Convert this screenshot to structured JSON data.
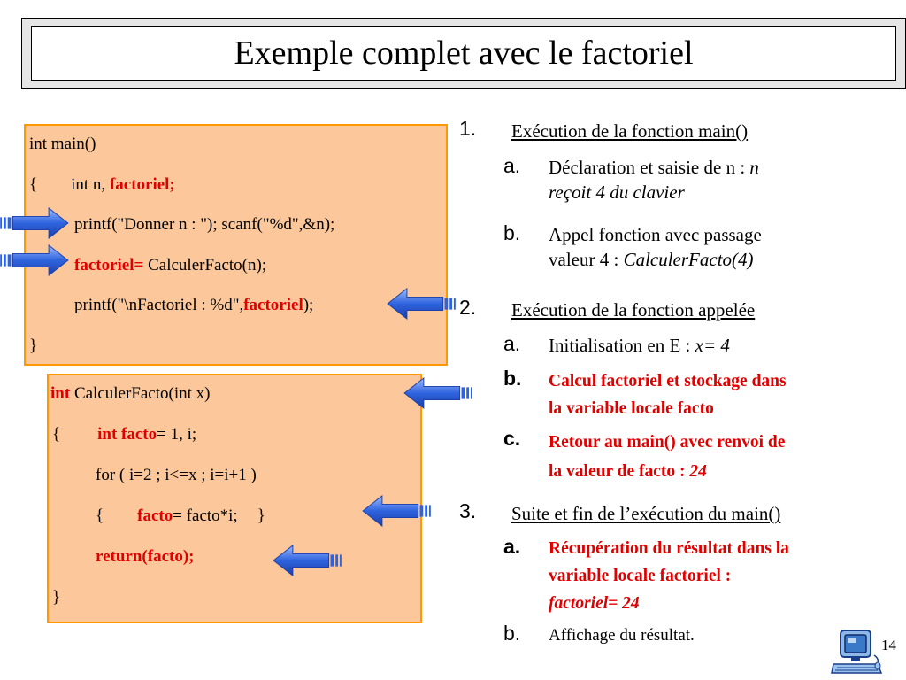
{
  "slide": {
    "title": "Exemple complet avec le factoriel",
    "page_number": "14"
  },
  "main_code": {
    "line1": "int main()",
    "line2_brace": "{",
    "line2_kw": "int  n,  ",
    "line2_red": "factoriel;",
    "line3": "printf(\"Donner n : \"); scanf(\"%d\",&n);",
    "line4_red": "factoriel=",
    "line4_rest": " CalculerFacto(n);",
    "line5_a": "printf(\"\\nFactoriel : %d\",",
    "line5_red": "factoriel",
    "line5_b": ");",
    "line6": "}"
  },
  "func_code": {
    "line1_red": "int",
    "line1_rest": " CalculerFacto(int x)",
    "line2_brace": "{",
    "line2_red": "int  facto",
    "line2_rest": "= 1, i;",
    "line3": "for ( i=2 ; i<=x ; i=i+1 )",
    "line4_brace": "{",
    "line4_red": "facto",
    "line4_rest": "= facto*i;",
    "line4_close": "}",
    "line5_red": "return(facto);",
    "line6": "}"
  },
  "steps": [
    {
      "number": "1.",
      "heading": "Exécution de la fonction main()",
      "items": [
        {
          "marker": "a.",
          "line1": "Déclaration et saisie de n : ",
          "line1_italic": "n",
          "line2_italic": "reçoit 4 du clavier"
        },
        {
          "marker": "b.",
          "line1": "Appel fonction avec passage",
          "line2": "valeur 4 : ",
          "line2_italic": "CalculerFacto(4)"
        }
      ]
    },
    {
      "number": "2.",
      "heading": "Exécution de la fonction appelée",
      "items": [
        {
          "marker": "a.",
          "line1": "Initialisation en E : ",
          "line1_italic": "x= 4"
        },
        {
          "marker": "b.",
          "line1": "Calcul factoriel et stockage dans",
          "line2": "la variable locale facto"
        },
        {
          "marker": "c.",
          "line1": "Retour au main() avec renvoi de",
          "line2": "la valeur de facto : ",
          "line2_italic": "24"
        }
      ]
    },
    {
      "number": "3.",
      "heading": "Suite et fin de l’exécution du main()",
      "items": [
        {
          "marker": "a.",
          "line1": "Récupération du résultat dans la",
          "line2": "variable locale factoriel :",
          "line3_italic": "factoriel= 24"
        },
        {
          "marker": "b.",
          "line1": "Affichage du résultat."
        }
      ]
    }
  ],
  "icons": {
    "arrow": "blue-arrow-icon",
    "computer": "computer-icon"
  },
  "colors": {
    "code_bg": "#fbc79b",
    "code_border": "#ff9900",
    "highlight": "#e00000",
    "arrow": "#3a6fe0"
  }
}
